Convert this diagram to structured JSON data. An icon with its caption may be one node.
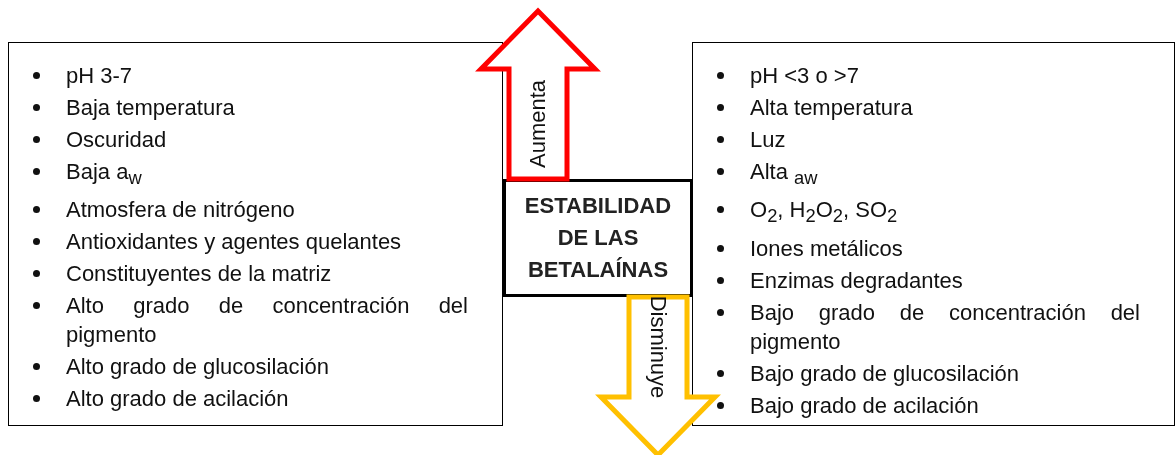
{
  "diagram": {
    "nodes": [
      {
        "text": [
          "pH 3-7",
          "Baja temperatura",
          "Oscuridad",
          "Baja a$_{w}$",
          "Atmosfera de nitrógeno",
          "Antioxidantes y agentes quelantes",
          "Constituyentes de la matriz",
          "Alto grado de concentración del pigmento",
          "Alto grado de glucosilación",
          "Alto grado de acilación"
        ]
      },
      {
        "text": [
          "ESTABILIDAD DE LAS BETALAÍNAS"
        ]
      },
      {
        "text": [
          "pH <3 o >7",
          "Alta temperatura",
          "Luz",
          "Alta $_{aw}$",
          "O$_{2}$, H$_{2}$O$_{2}$, SO$_{2}$",
          "Iones metálicos",
          "Enzimas degradantes",
          "Bajo grado de concentración del pigmento",
          "Bajo grado de glucosilación",
          "Bajo grado de acilación"
        ]
      }
    ],
    "edges": [
      {
        "from": 1,
        "to": null,
        "arrow": "to",
        "label": "Aumenta",
        "color": "#ff0000"
      },
      {
        "from": 1,
        "to": null,
        "arrow": "to",
        "label": "Disminuye",
        "color": "#ffc000"
      }
    ]
  }
}
